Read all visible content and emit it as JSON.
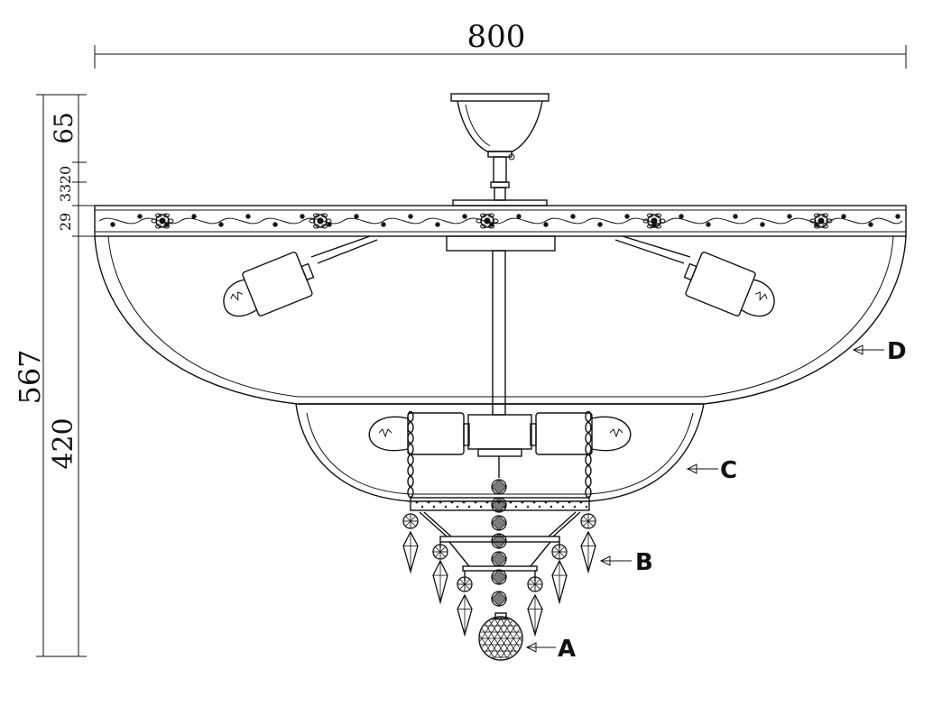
{
  "dimensions": {
    "overall_width": "800",
    "overall_height": "567",
    "canopy_height": "65",
    "stem_upper": "20",
    "stem_lower": "33",
    "band_height": "29",
    "body_height": "420"
  },
  "callouts": {
    "a": "A",
    "b": "B",
    "c": "C",
    "d": "D"
  },
  "colors": {
    "line": "#111111",
    "background": "#ffffff"
  }
}
